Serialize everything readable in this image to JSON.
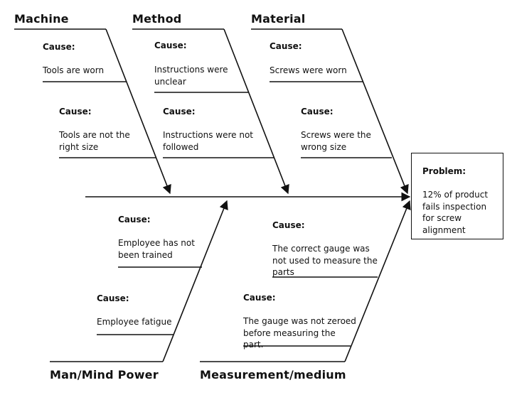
{
  "categories": {
    "machine": "Machine",
    "method": "Method",
    "material": "Material",
    "man": "Man/Mind Power",
    "measurement": "Measurement/medium"
  },
  "cause_heading": "Cause:",
  "causes": {
    "machine_1": "Tools are worn",
    "machine_2": "Tools are not the right size",
    "method_1": "Instructions were unclear",
    "method_2": "Instructions were not followed",
    "material_1": "Screws were worn",
    "material_2": "Screws were the wrong size",
    "man_1": "Employee has not been trained",
    "man_2": "Employee fatigue",
    "measurement_1": "The correct gauge was not used to measure the parts",
    "measurement_2": "The gauge was not zeroed before measuring the part."
  },
  "problem": {
    "heading": "Problem:",
    "text": "12% of product fails inspection for screw alignment"
  },
  "colors": {
    "line": "#111111",
    "background": "#ffffff"
  }
}
